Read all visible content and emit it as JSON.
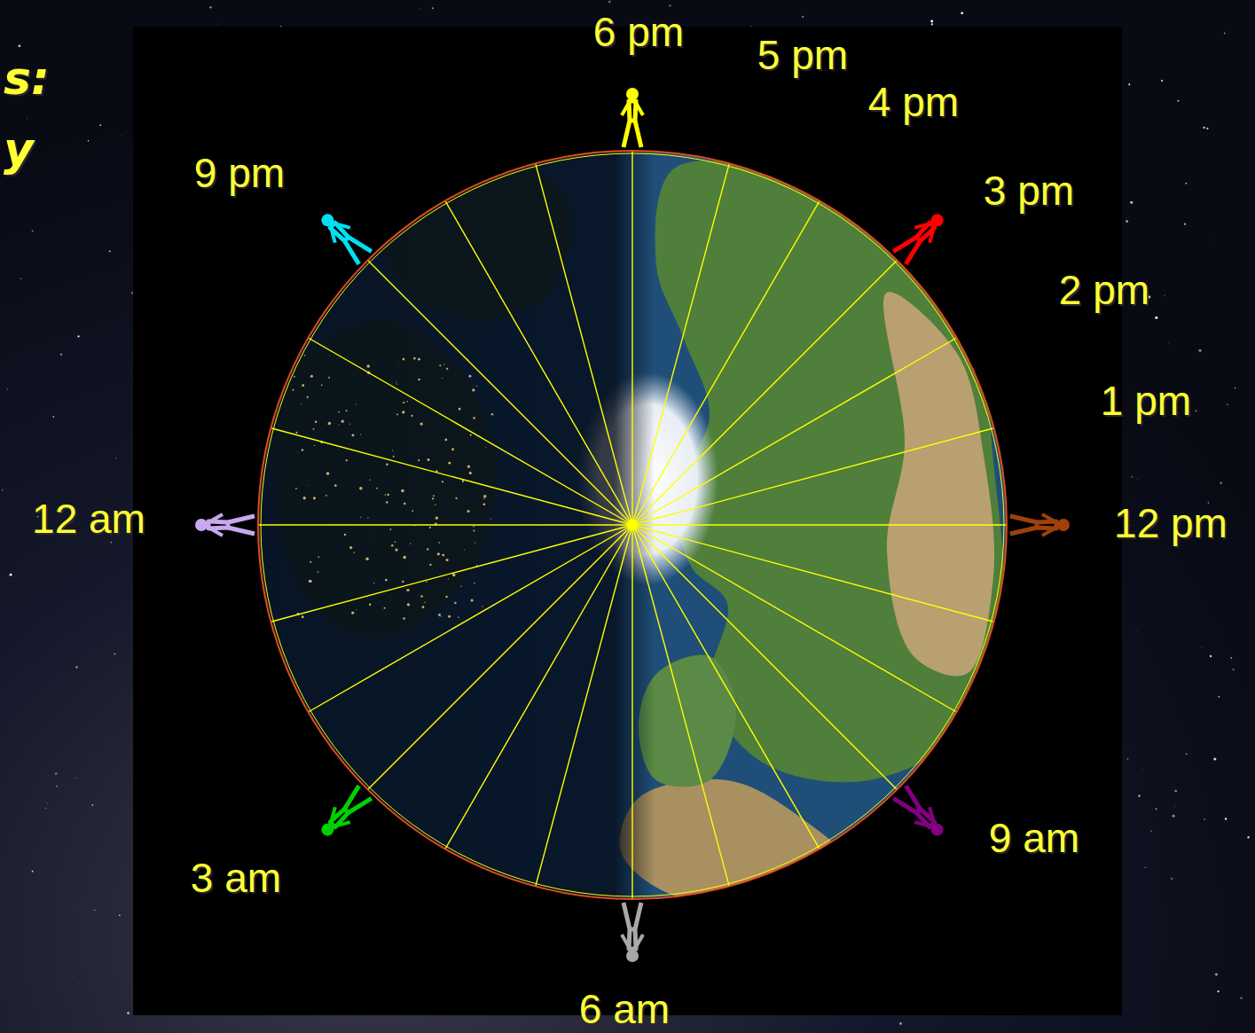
{
  "diagram": {
    "labels": [
      "s:",
      "y",
      "6 pm",
      "5 pm",
      "4 pm",
      "3 pm",
      "2 pm",
      "1 pm",
      "12 pm",
      "9 am",
      "6 am",
      "3 am",
      "12 am",
      "9 pm"
    ]
  }
}
